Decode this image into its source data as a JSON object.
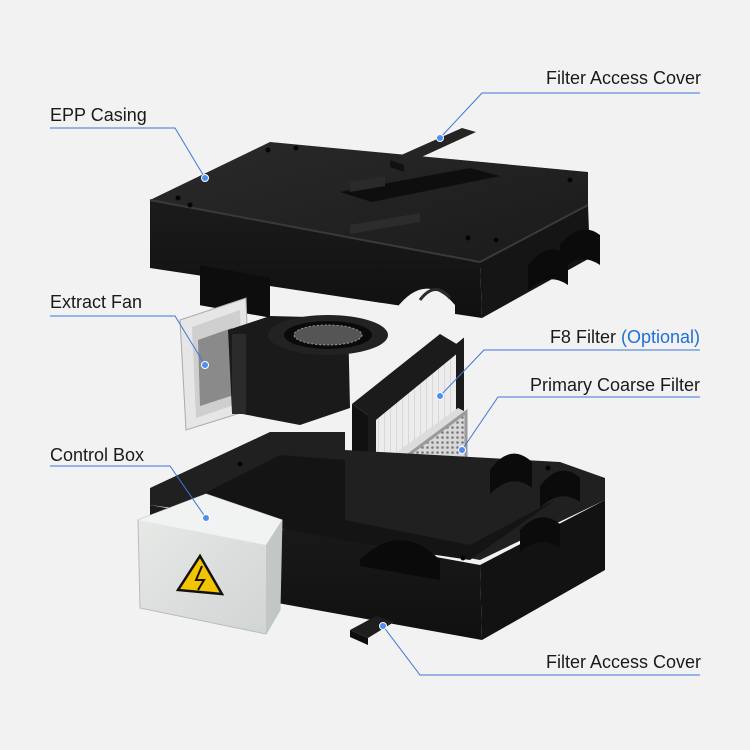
{
  "labels": {
    "filter_access_cover_top": "Filter Access Cover",
    "epp_casing": "EPP Casing",
    "extract_fan": "Extract Fan",
    "f8_filter": "F8 Filter",
    "f8_optional": "(Optional)",
    "primary_coarse_filter": "Primary Coarse Filter",
    "control_box": "Control Box",
    "filter_access_cover_bottom": "Filter Access Cover"
  },
  "colors": {
    "background": "#f2f2f2",
    "leader_line": "#3a78d8",
    "marker_dot": "#4d8ff0",
    "casing": "#1c1c1c",
    "accent_optional": "#1e6fd9"
  },
  "icons": {
    "warning": "high-voltage-warning-icon"
  }
}
